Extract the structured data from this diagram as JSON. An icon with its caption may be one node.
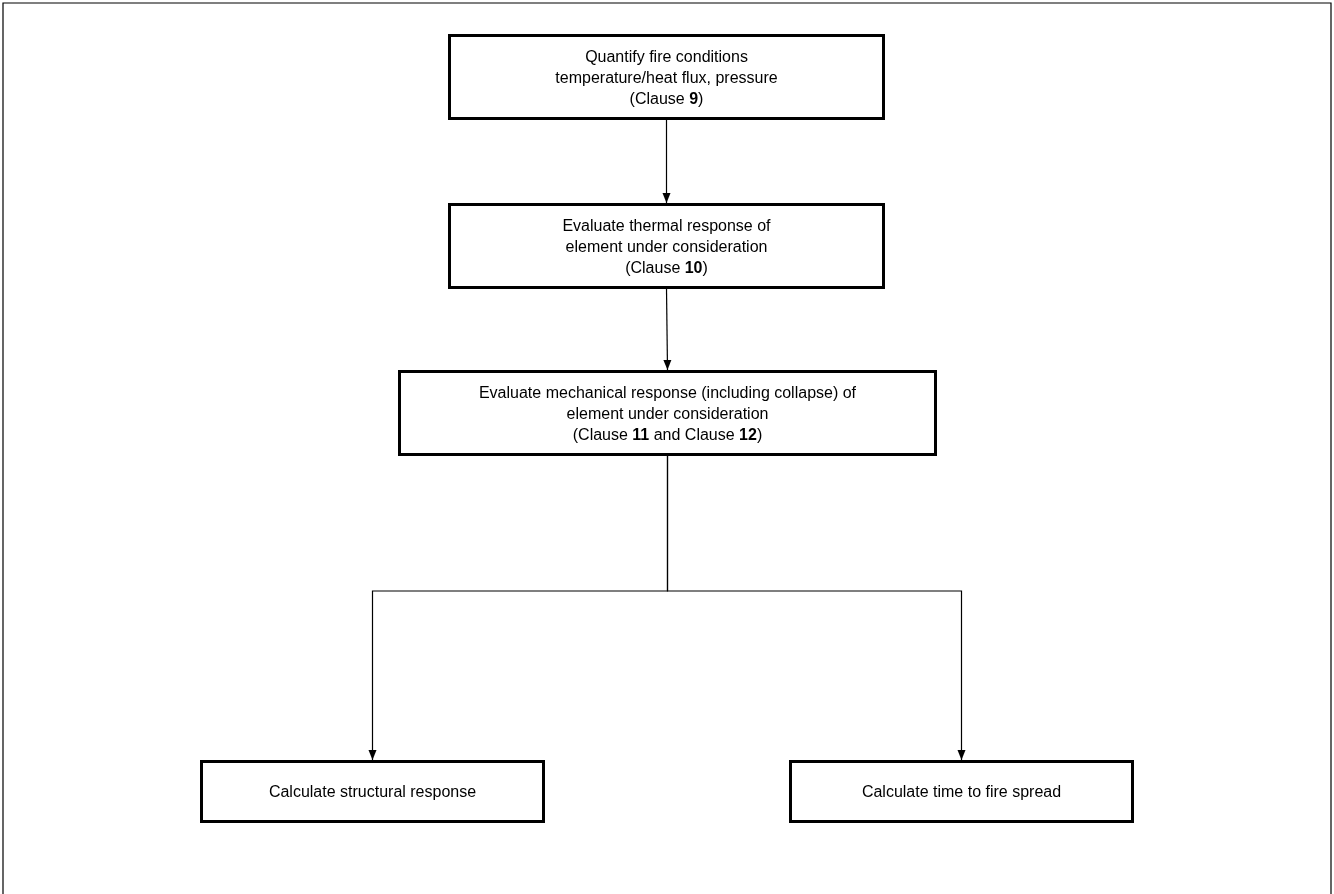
{
  "diagram": {
    "nodes": [
      {
        "text": [
          "Quantify fire conditions",
          "temperature/heat flux, pressure",
          "(Clause **9**)"
        ]
      },
      {
        "text": [
          "Evaluate thermal response of element under consideration",
          "(Clause **10**)"
        ]
      },
      {
        "text": [
          "Evaluate mechanical response (including collapse) of element under consideration",
          "(Clause **11** and Clause **12**)"
        ]
      },
      {
        "text": [
          "Calculate structural response"
        ]
      },
      {
        "text": [
          "Calculate time to fire spread"
        ]
      }
    ],
    "edges": [
      {
        "from": 0,
        "to": 1,
        "arrow": "to"
      },
      {
        "from": 1,
        "to": 2,
        "arrow": "to"
      },
      {
        "from": 2,
        "to": 3,
        "arrow": "to"
      },
      {
        "from": 2,
        "to": 4,
        "arrow": "to"
      }
    ]
  }
}
